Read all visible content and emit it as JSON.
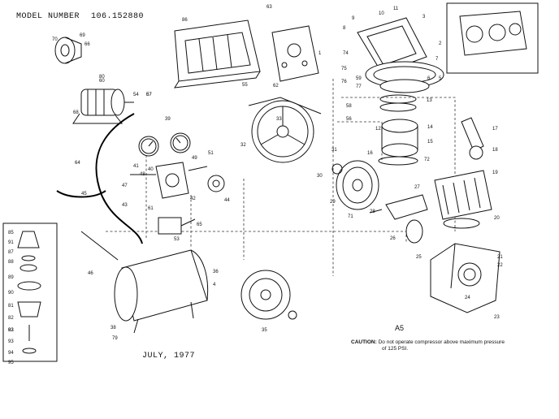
{
  "header": {
    "model_label": "MODEL NUMBER",
    "model_number": "106.152880"
  },
  "footer": {
    "date": "JULY, 1977",
    "page_code": "A5"
  },
  "caution": {
    "heading": "CAUTION:",
    "line1": "Do not operate compressor above maximum pressure",
    "line2": "of 125 PSI."
  },
  "part_numbers": [
    "1",
    "2",
    "3",
    "4",
    "5",
    "6",
    "7",
    "8",
    "9",
    "10",
    "11",
    "12",
    "13",
    "14",
    "15",
    "16",
    "17",
    "18",
    "19",
    "20",
    "21",
    "22",
    "23",
    "24",
    "25",
    "26",
    "27",
    "28",
    "29",
    "30",
    "31",
    "32",
    "33",
    "35",
    "36",
    "38",
    "39",
    "40",
    "41",
    "42",
    "43",
    "44",
    "45",
    "46",
    "47",
    "48",
    "49",
    "51",
    "53",
    "54",
    "55",
    "56",
    "57",
    "58",
    "59",
    "60",
    "61",
    "62",
    "63",
    "64",
    "65",
    "66",
    "67",
    "68",
    "69",
    "70",
    "71",
    "72",
    "74",
    "75",
    "76",
    "77",
    "79",
    "80",
    "81",
    "82",
    "83",
    "85",
    "86",
    "87",
    "88",
    "89",
    "90",
    "91",
    "92",
    "93",
    "94",
    "95"
  ]
}
